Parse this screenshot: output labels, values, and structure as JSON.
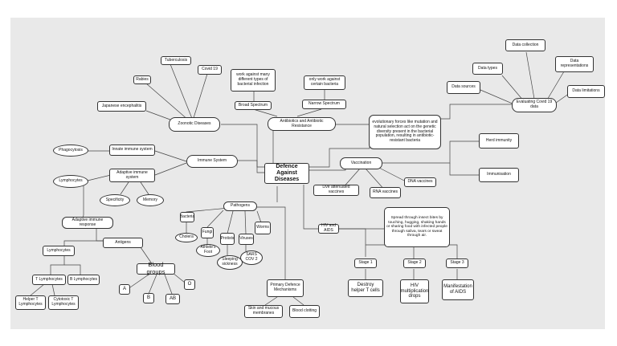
{
  "nodes": {
    "central": "Defence Against Diseases",
    "zoonotic": "Zoonotic Diseases",
    "tuberculosis": "Tuberculosis",
    "covid19": "Covid 19",
    "rabies": "Rabies",
    "japanese_enc": "Japanese encephalitis",
    "antibiotics": "Antibiotics and Antibiotic Resistance",
    "broad_spectrum": "Broad Spectrum",
    "narrow_spectrum": "Narrow Spectrum",
    "broad_desc": "work against many different types of bacterial infection",
    "narrow_desc": "only work against certain bacteria",
    "evolution_note": "evolutionary forces like mutation and natural selection act on the genetic diversity present in the bacterial population, resulting in antibiotic-resistant bacteria",
    "evaluating_covid": "Evaluating Covid 19 data",
    "data_collection": "Data collection",
    "data_types": "Data types",
    "data_representations": "Data representations",
    "data_sources": "Data sources",
    "data_limitations": "Data limitations",
    "herd_immunity": "Herd immunity",
    "immunisation": "Immunisation",
    "vaccination": "Vaccination",
    "dna_vaccines": "DNA vaccines",
    "live_attenuated": "Live attenuated vaccines",
    "rna_vaccines": "RNA vaccines",
    "immune_system": "Immune System",
    "innate": "Innate immune system",
    "adaptive": "Adaptive immune system",
    "phagocytosis": "Phagocytosis",
    "lymphocytes_cloud": "Lymphocytes",
    "specificity": "Specificity",
    "memory": "Memory",
    "adaptive_response": "Adaptive immune response",
    "antigens": "Antigens",
    "lymphocytes": "Lymphocytes",
    "t_lymph": "T Lymphocytes",
    "b_lymph": "B Lymphocytes",
    "helper_t": "Helper T Lymphocytes",
    "cytotoxic_t": "Cytotoxic T Lymphocytes",
    "blood_groups": "Blood groups",
    "bg_a": "A",
    "bg_b": "B",
    "bg_ab": "AB",
    "bg_o": "O",
    "pathogens": "Pathogens",
    "bacteria": "Bacteria",
    "fungi": "Fungi",
    "protists": "Protists",
    "viruses": "Viruses",
    "worms": "Worms",
    "cholera": "Cholera",
    "athletes_foot": "Athlete's Foot",
    "sleeping_sickness": "Sleeping sickness",
    "sars_cov2": "SARS COV 2",
    "primary_defence": "Primary Defence Mechanisms",
    "skin_membranes": "Skin and mucous membranes",
    "blood_clotting": "Blood clotting",
    "hiv_aids": "HIV and AIDS",
    "hiv_desc": "Spread through insect bites by touching, hugging, shaking hands or sharing food with infected people through saliva, tears or sweat through air.",
    "stage1": "Stage 1",
    "stage2": "Stage 2",
    "stage3": "Stage 3",
    "destroy_helper": "Destroy helper T cells",
    "hiv_multiplication": "HIV multiplication drops",
    "manifestation_aids": "Manifestation of AIDS"
  }
}
